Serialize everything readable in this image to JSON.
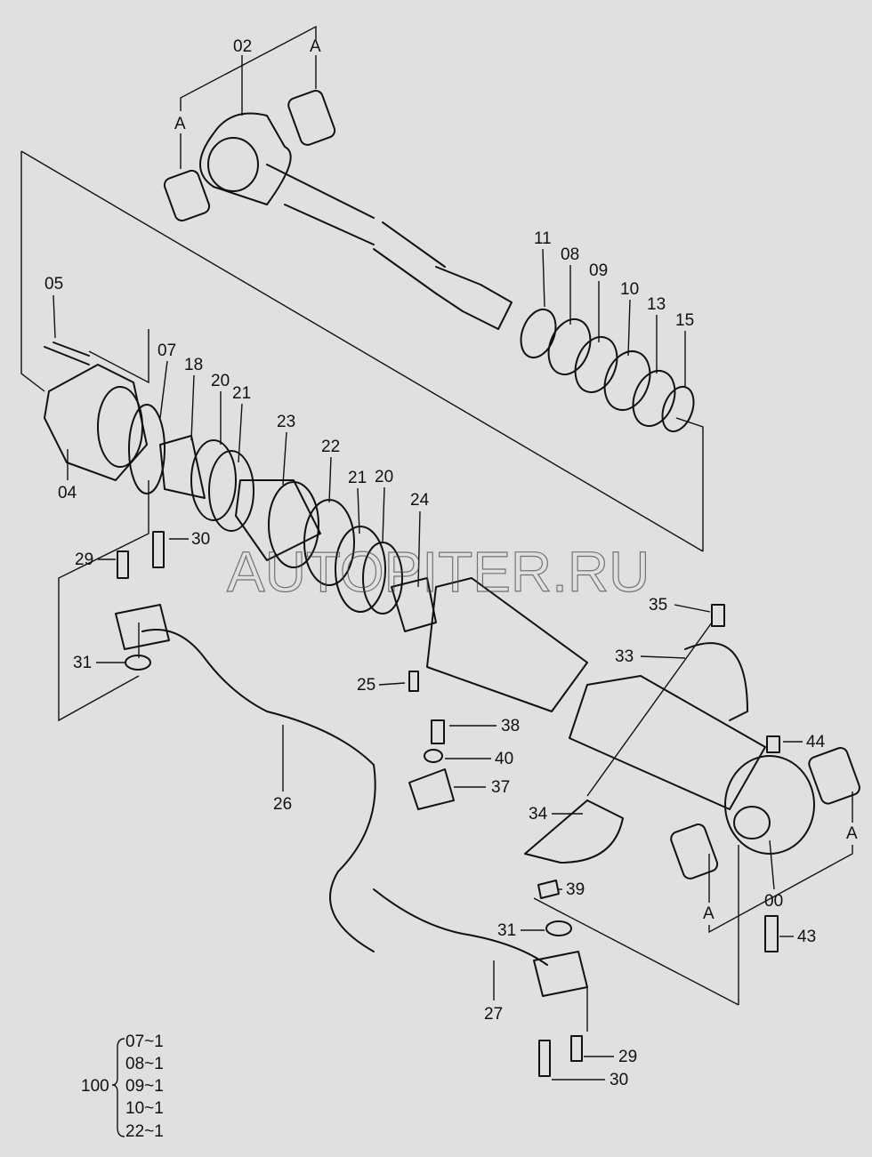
{
  "watermark": "AUTOPITER.RU",
  "labels": {
    "p02": "02",
    "a1": "A",
    "a2": "A",
    "p05": "05",
    "p07": "07",
    "p18": "18",
    "p20a": "20",
    "p21a": "21",
    "p23": "23",
    "p22": "22",
    "p21b": "21",
    "p20b": "20",
    "p24": "24",
    "p11": "11",
    "p08": "08",
    "p09": "09",
    "p10": "10",
    "p13": "13",
    "p15": "15",
    "p04": "04",
    "p29a": "29",
    "p30a": "30",
    "p31a": "31",
    "p35": "35",
    "p33": "33",
    "p25": "25",
    "p38": "38",
    "p40": "40",
    "p37": "37",
    "p26": "26",
    "p44": "44",
    "p34": "34",
    "a3": "A",
    "p39": "39",
    "a4": "A",
    "p00": "00",
    "p31b": "31",
    "p43": "43",
    "p27": "27",
    "p29b": "29",
    "p30b": "30"
  },
  "kit": {
    "number": "100",
    "items": [
      "07~1",
      "08~1",
      "09~1",
      "10~1",
      "22~1"
    ]
  }
}
